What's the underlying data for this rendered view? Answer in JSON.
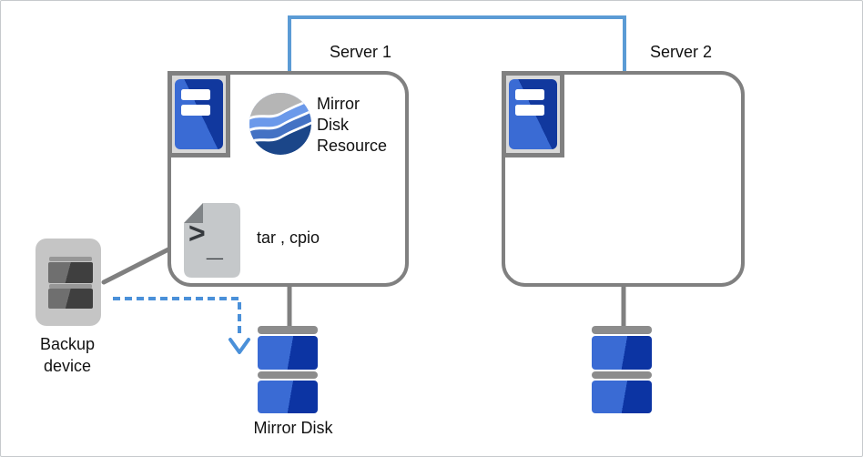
{
  "diagram": {
    "server1_title": "Server 1",
    "server2_title": "Server 2",
    "mirror_disk_resource_label": "Mirror\nDisk\nResource",
    "script_label": "tar , cpio",
    "script_prompt": ">",
    "script_underscore": "_",
    "backup_device_label": "Backup\ndevice",
    "mirror_disk_label": "Mirror Disk"
  },
  "icons": {
    "server_tower": "blue tower with two white slots",
    "mirror_disk_resource": "globe with gray and blue waves",
    "shell_script": "gray page with folded corner and > _ prompt",
    "backup_device": "gray tape drive with two slots",
    "mirror_disk": "stack of two blue disks with gray bars",
    "down_arrow": "dashed blue arrow pointing down"
  },
  "colors": {
    "line-gray": "#808080",
    "disk-bar-gray": "#8c8c8c",
    "disk-blue-light": "#3a6bd4",
    "disk-blue-dark": "#0c34a3",
    "connector-blue": "#5b9bd5",
    "dash-blue": "#4a90d9",
    "tower-blue-light": "#3a6bd4",
    "tower-blue-dark": "#11389e",
    "wave-gray": "#b5b5b5",
    "wave-blue-light": "#6b99ea",
    "wave-blue-medium": "#4472c4",
    "wave-blue-dark": "#1b4689"
  }
}
